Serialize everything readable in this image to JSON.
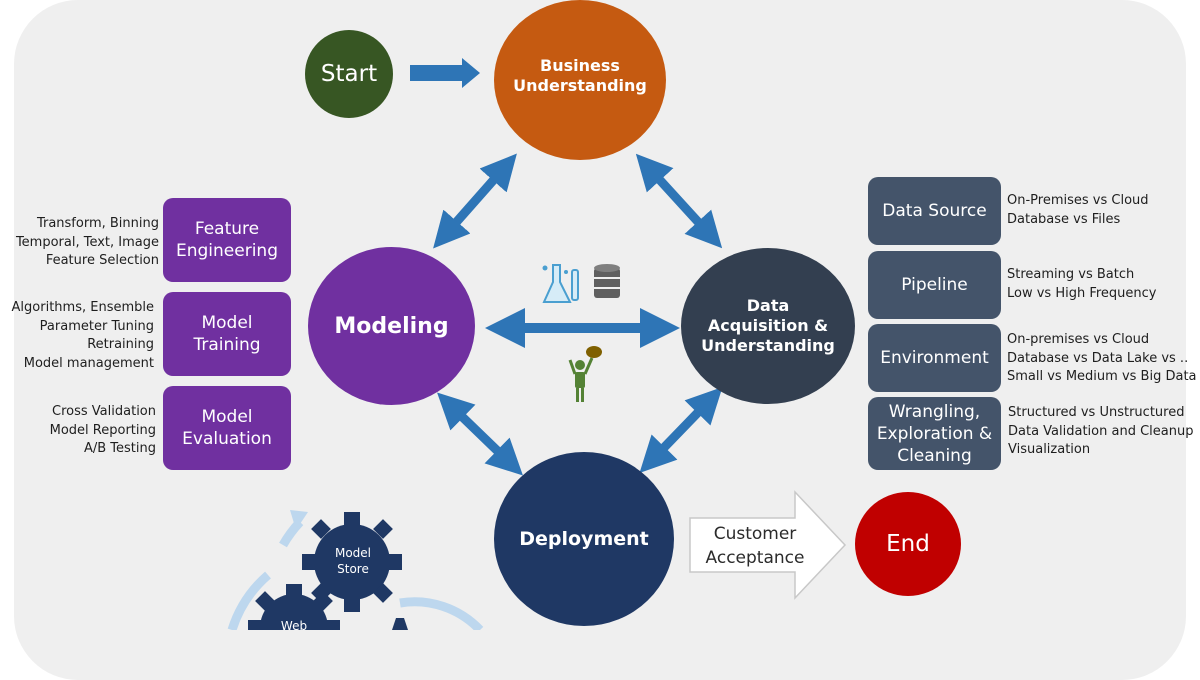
{
  "start": {
    "label": "Start"
  },
  "business": {
    "label": "Business\nUnderstanding"
  },
  "modeling": {
    "label": "Modeling"
  },
  "data_acq": {
    "label": "Data\nAcquisition &\nUnderstanding"
  },
  "deployment": {
    "label": "Deployment"
  },
  "end": {
    "label": "End"
  },
  "customer_acceptance": {
    "label": "Customer\nAcceptance"
  },
  "modeling_steps": [
    {
      "label": "Feature\nEngineering",
      "notes": "Transform, Binning\nTemporal, Text, Image\nFeature Selection"
    },
    {
      "label": "Model\nTraining",
      "notes": "Algorithms, Ensemble\nParameter Tuning\nRetraining\nModel management"
    },
    {
      "label": "Model\nEvaluation",
      "notes": "Cross Validation\nModel Reporting\nA/B Testing"
    }
  ],
  "data_steps": [
    {
      "label": "Data Source",
      "notes": "On-Premises vs Cloud\nDatabase vs Files"
    },
    {
      "label": "Pipeline",
      "notes": "Streaming vs Batch\nLow vs High Frequency"
    },
    {
      "label": "Environment",
      "notes": "On-premises vs Cloud\nDatabase vs Data Lake  vs ..\nSmall vs Medium vs Big Data"
    },
    {
      "label": "Wrangling,\nExploration &\nCleaning",
      "notes": "Structured vs Unstructured\nData Validation and Cleanup\nVisualization"
    }
  ],
  "gears": [
    {
      "label": "Model\nStore"
    },
    {
      "label": "Web"
    }
  ],
  "icons": [
    "flask-icon",
    "database-icon",
    "scientist-icon"
  ],
  "colors": {
    "start": "#375623",
    "business": "#c55a11",
    "modeling": "#7030a0",
    "data_acq": "#333f50",
    "deployment": "#1f3864",
    "end": "#c00000",
    "arrow": "#2e75b6",
    "box_data": "#44546a",
    "gear": "#1f3864"
  }
}
